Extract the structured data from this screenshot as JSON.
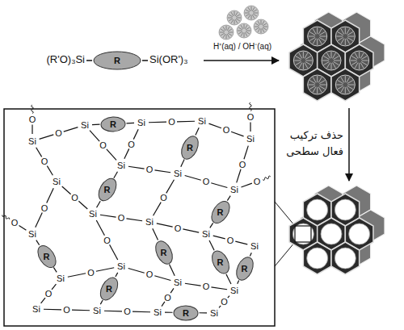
{
  "diagram": {
    "nodes": [
      {
        "text": [
          "R"
        ]
      },
      {
        "text": [
          "R"
        ]
      },
      {
        "text": [
          "R"
        ]
      },
      {
        "text": [
          "R"
        ]
      },
      {
        "text": [
          "R"
        ]
      },
      {
        "text": [
          "R"
        ]
      },
      {
        "text": [
          "R"
        ]
      },
      {
        "text": [
          "R"
        ]
      },
      {
        "text": [
          "R"
        ]
      },
      {
        "text": [
          "R"
        ]
      },
      {
        "text": [
          "R"
        ]
      }
    ],
    "labels": [
      "(R'O)₃Si",
      "Si(OR')₃",
      "H⁺(aq) / OH⁻(aq)",
      "حذف ترکیب فعال سطحی",
      "Si",
      "Si",
      "Si",
      "Si",
      "Si",
      "Si",
      "Si",
      "Si",
      "Si",
      "Si",
      "Si",
      "Si",
      "Si",
      "Si",
      "Si",
      "Si",
      "Si",
      "Si",
      "Si",
      "Si",
      "Si",
      "Si",
      "O",
      "O",
      "O",
      "O",
      "O",
      "O",
      "O",
      "O",
      "O",
      "O",
      "O",
      "O",
      "O",
      "O",
      "O",
      "O",
      "O",
      "O",
      "O",
      "O",
      "O",
      "O",
      "O",
      "O",
      "O",
      "O",
      "O",
      "O"
    ]
  }
}
